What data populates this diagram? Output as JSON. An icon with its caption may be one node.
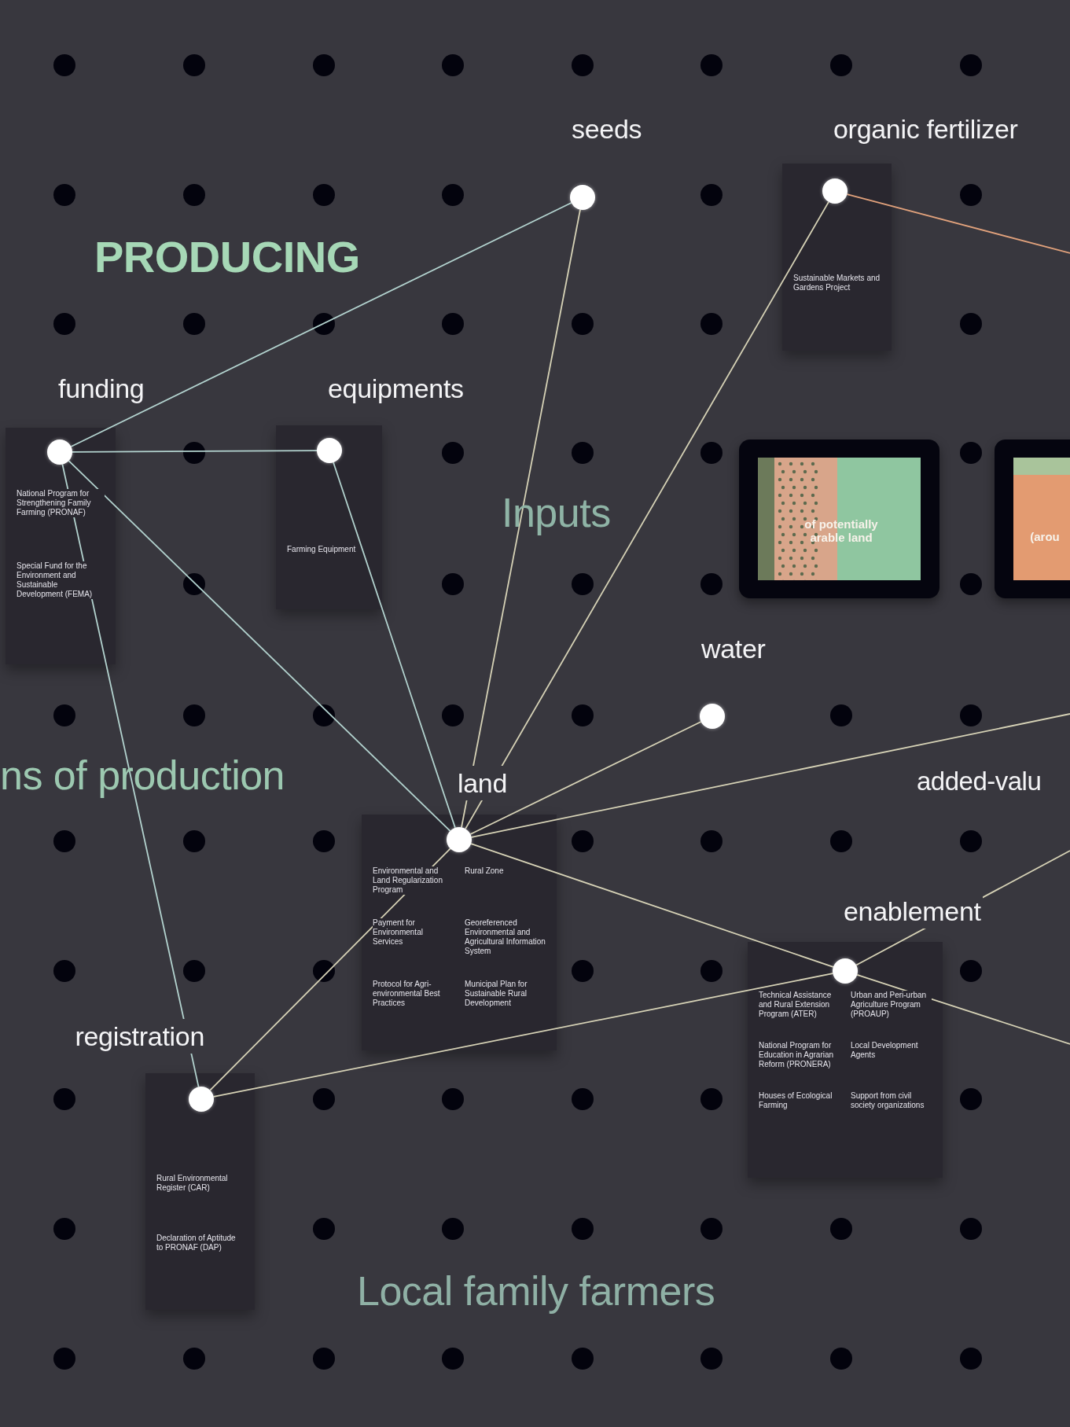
{
  "diagram": {
    "nodes": [
      {
        "text": [
          "seeds"
        ]
      },
      {
        "text": [
          "organic fertilizer",
          "Sustainable Markets and Gardens Project"
        ]
      },
      {
        "text": [],
        "shape": "circle",
        "in": 1
      },
      {
        "text": [
          "funding",
          "National Program for Strengthening Family Farming (PRONAF)",
          "Special Fund for the Environment and Sustainable Development (FEMA)"
        ]
      },
      {
        "text": [],
        "shape": "circle",
        "in": 3
      },
      {
        "text": [
          "equipments",
          "Farming Equipment"
        ]
      },
      {
        "text": [],
        "shape": "circle",
        "in": 5
      },
      {
        "text": [
          "of potentially arable land"
        ]
      },
      {
        "text": [
          "(arou"
        ]
      },
      {
        "text": [
          "water"
        ]
      },
      {
        "text": [
          "land",
          "Environmental and Land Regularization Program",
          "Rural Zone",
          "Payment for Environmental Services",
          "Georeferenced Environmental and Agricultural Information System",
          "Protocol for Agri-environmental Best Practices",
          "Municipal Plan for Sustainable Rural Development"
        ]
      },
      {
        "text": [],
        "shape": "circle",
        "in": 10
      },
      {
        "text": [
          "enablement",
          "Technical Assistance and Rural Extension Program (ATER)",
          "Urban and Peri-urban Agriculture Program (PROAUP)",
          "National Program for Education in Agrarian Reform (PRONERA)",
          "Local Development Agents",
          "Houses of Ecological Farming",
          "Support from civil society organizations"
        ]
      },
      {
        "text": [],
        "shape": "circle",
        "in": 12
      },
      {
        "text": [
          "registration",
          "Rural Environmental Register (CAR)",
          "Declaration of Aptitude to PRONAF (DAP)"
        ]
      },
      {
        "text": [],
        "shape": "circle",
        "in": 14
      }
    ],
    "edges": [
      {
        "from": 4,
        "to": 0,
        "arrow": "none",
        "color": "#b3d3cf"
      },
      {
        "from": 4,
        "to": 6,
        "arrow": "none",
        "color": "#b3d3cf"
      },
      {
        "from": 4,
        "to": 11,
        "arrow": "none",
        "color": "#b3d3cf"
      },
      {
        "from": 4,
        "to": 15,
        "arrow": "none",
        "color": "#b3d3cf"
      },
      {
        "from": 6,
        "to": 11,
        "arrow": "none",
        "color": "#b3d3cf"
      },
      {
        "from": 0,
        "to": 11,
        "arrow": "none"
      },
      {
        "from": 2,
        "to": 11,
        "arrow": "none"
      },
      {
        "from": 2,
        "to": null,
        "arrow": "none",
        "color": "#e2a27c"
      },
      {
        "from": 9,
        "to": 11,
        "arrow": "none"
      },
      {
        "from": 11,
        "to": null,
        "arrow": "none"
      },
      {
        "from": 11,
        "to": 13,
        "arrow": "none"
      },
      {
        "from": 11,
        "to": 15,
        "arrow": "none"
      },
      {
        "from": 15,
        "to": 13,
        "arrow": "none"
      },
      {
        "from": 13,
        "to": null,
        "arrow": "none"
      },
      {
        "from": 13,
        "to": null,
        "arrow": "none"
      }
    ],
    "labels": [
      "PRODUCING",
      "Inputs",
      "ns of production",
      "added-valu",
      "Local family farmers"
    ]
  }
}
